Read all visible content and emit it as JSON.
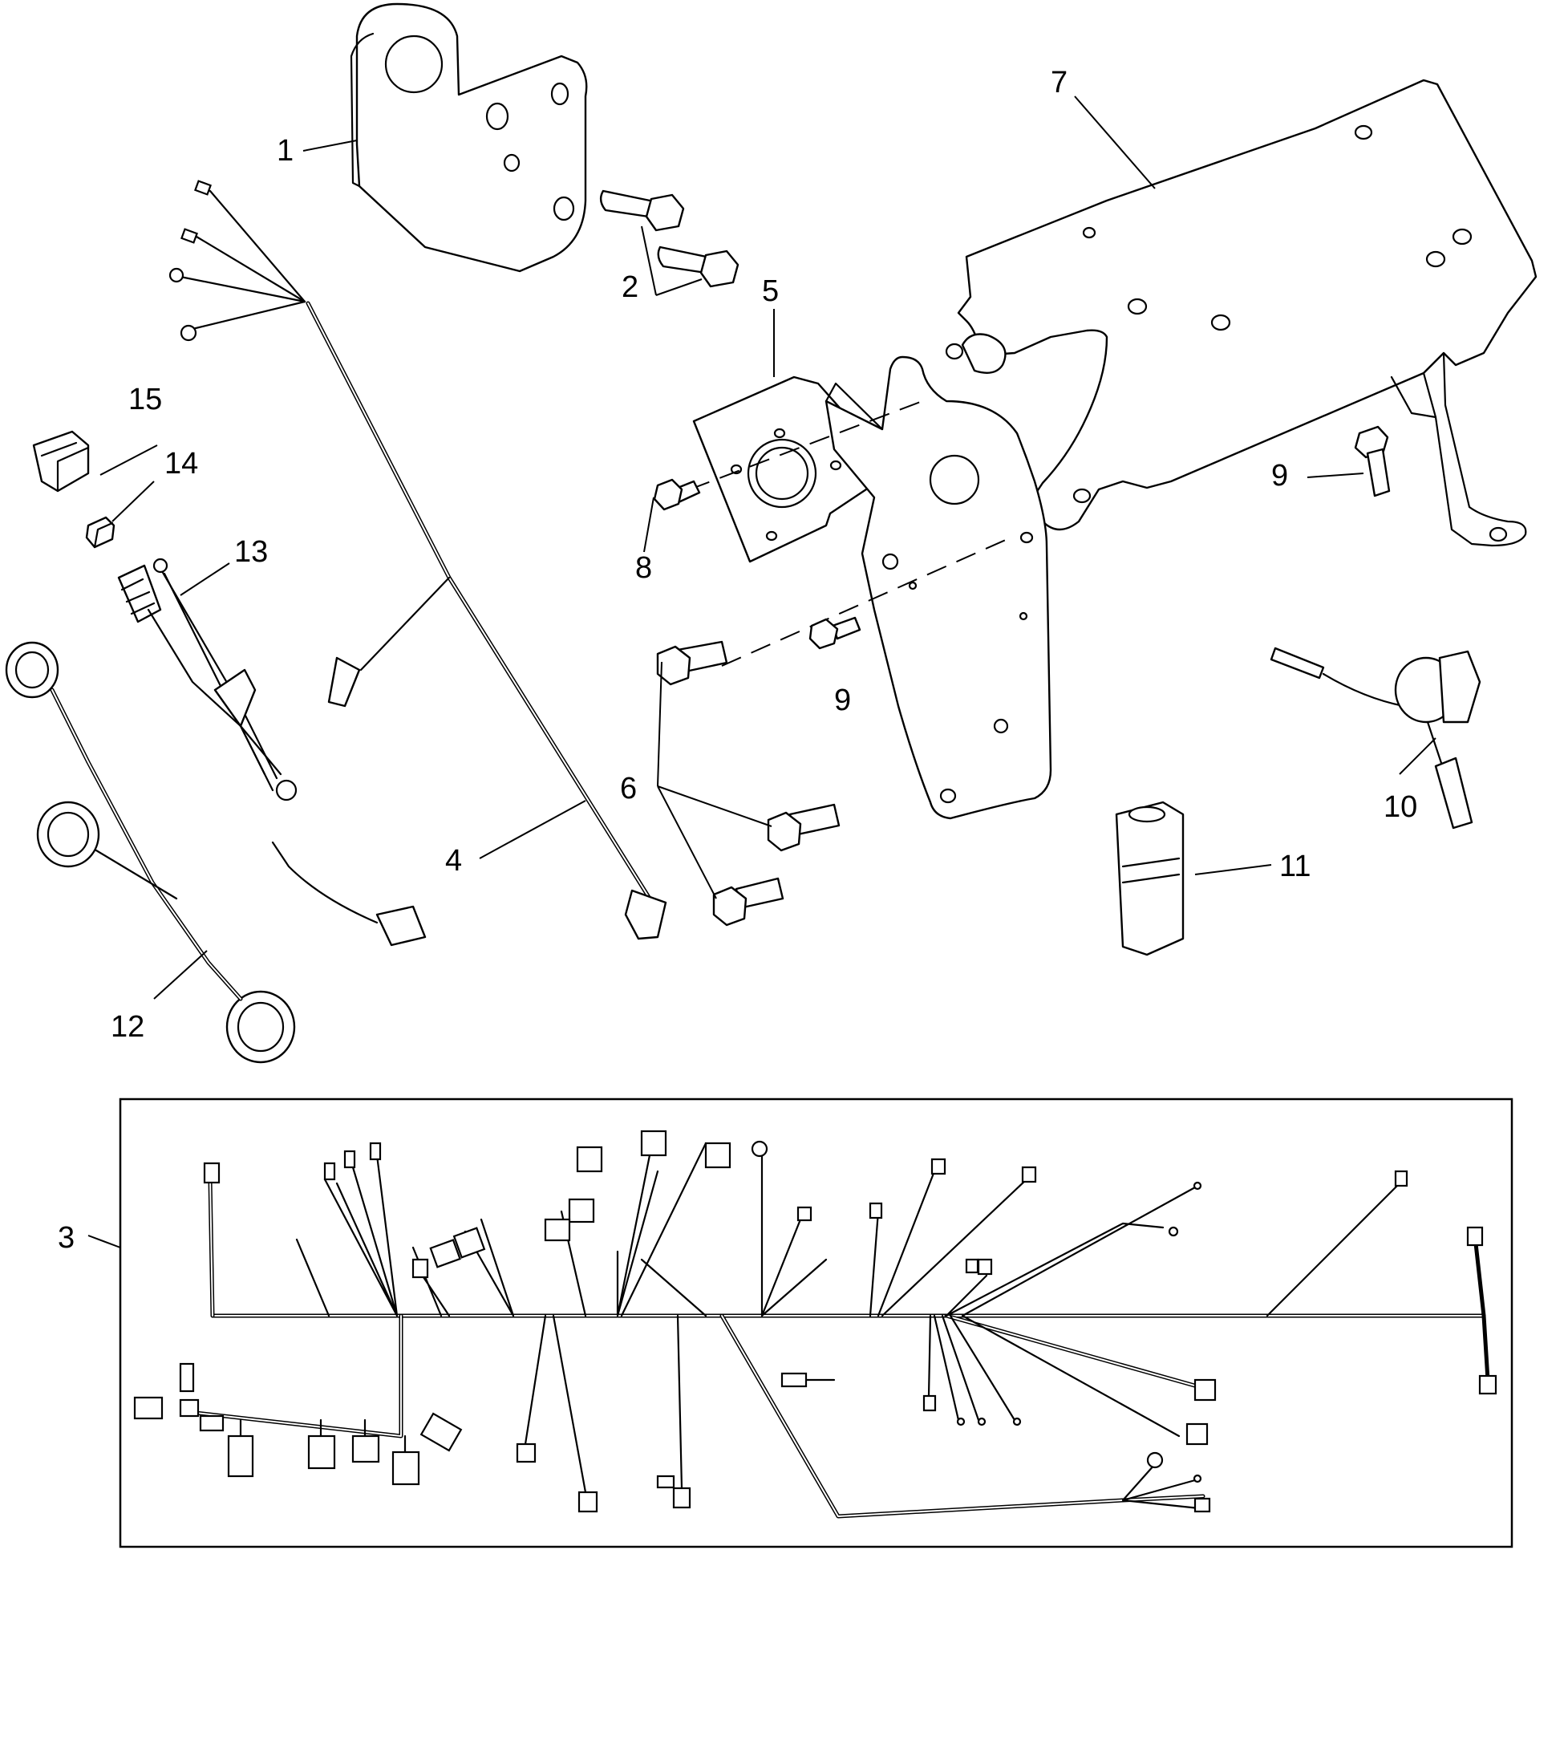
{
  "callouts": {
    "c1": "1",
    "c2": "2",
    "c3": "3",
    "c4": "4",
    "c5": "5",
    "c6": "6",
    "c7": "7",
    "c8": "8",
    "c9a": "9",
    "c9b": "9",
    "c10": "10",
    "c11": "11",
    "c12": "12",
    "c13": "13",
    "c14": "14",
    "c15": "15"
  },
  "colors": {
    "line": "#000000",
    "background": "#ffffff"
  }
}
